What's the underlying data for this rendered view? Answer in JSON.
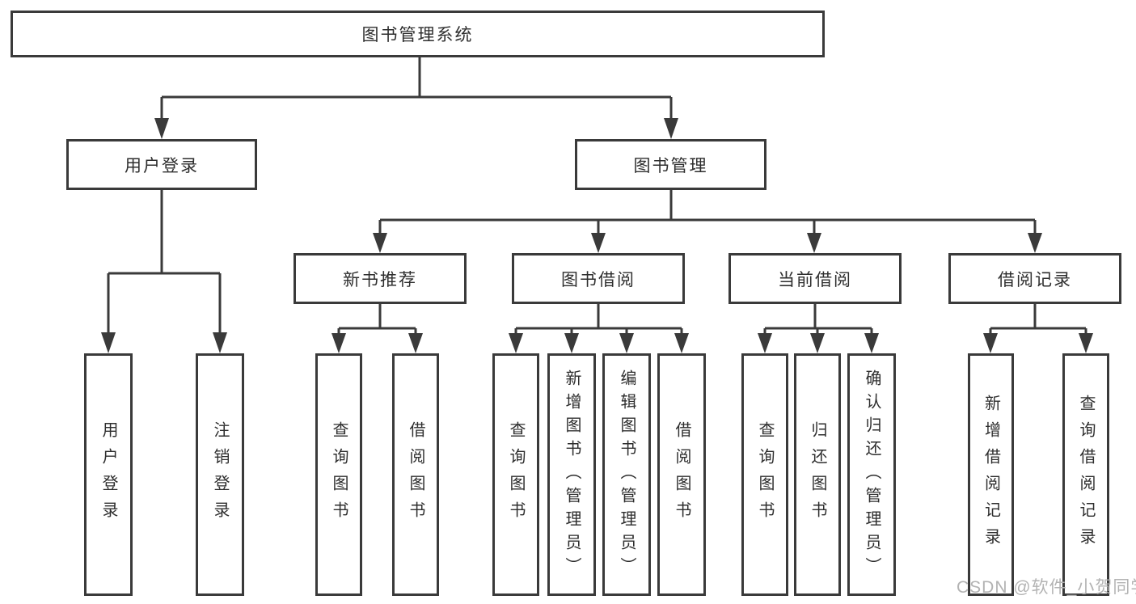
{
  "diagram": {
    "title": "图书管理系统",
    "tree": {
      "root": {
        "label": "图书管理系统"
      },
      "level2": {
        "user_login": {
          "label": "用户登录",
          "children": {
            "login": {
              "label": "用户登录"
            },
            "logout": {
              "label": "注销登录"
            }
          }
        },
        "book_management": {
          "label": "图书管理",
          "children": {
            "new_book_recommend": {
              "label": "新书推荐",
              "children": {
                "query_books": {
                  "label": "查询图书"
                },
                "borrow_books": {
                  "label": "借阅图书"
                }
              }
            },
            "book_borrowing": {
              "label": "图书借阅",
              "children": {
                "query_books": {
                  "label": "查询图书"
                },
                "add_books": {
                  "label": "新增图书（管理员）"
                },
                "edit_books": {
                  "label": "编辑图书（管理员）"
                },
                "borrow_books": {
                  "label": "借阅图书"
                }
              }
            },
            "current_borrowing": {
              "label": "当前借阅",
              "children": {
                "query_books": {
                  "label": "查询图书"
                },
                "return_books": {
                  "label": "归还图书"
                },
                "confirm_return": {
                  "label": "确认归还（管理员）"
                }
              }
            },
            "borrowing_records": {
              "label": "借阅记录",
              "children": {
                "add_record": {
                  "label": "新增借阅记录"
                },
                "query_record": {
                  "label": "查询借阅记录"
                }
              }
            }
          }
        }
      }
    }
  },
  "watermark": {
    "text": "CSDN @软件_小贺同学"
  },
  "colors": {
    "line": "#3a3a3a",
    "box_border": "#3a3a3a",
    "text": "#2e2e2e",
    "background": "#ffffff",
    "watermark": "#b3b3b3"
  }
}
